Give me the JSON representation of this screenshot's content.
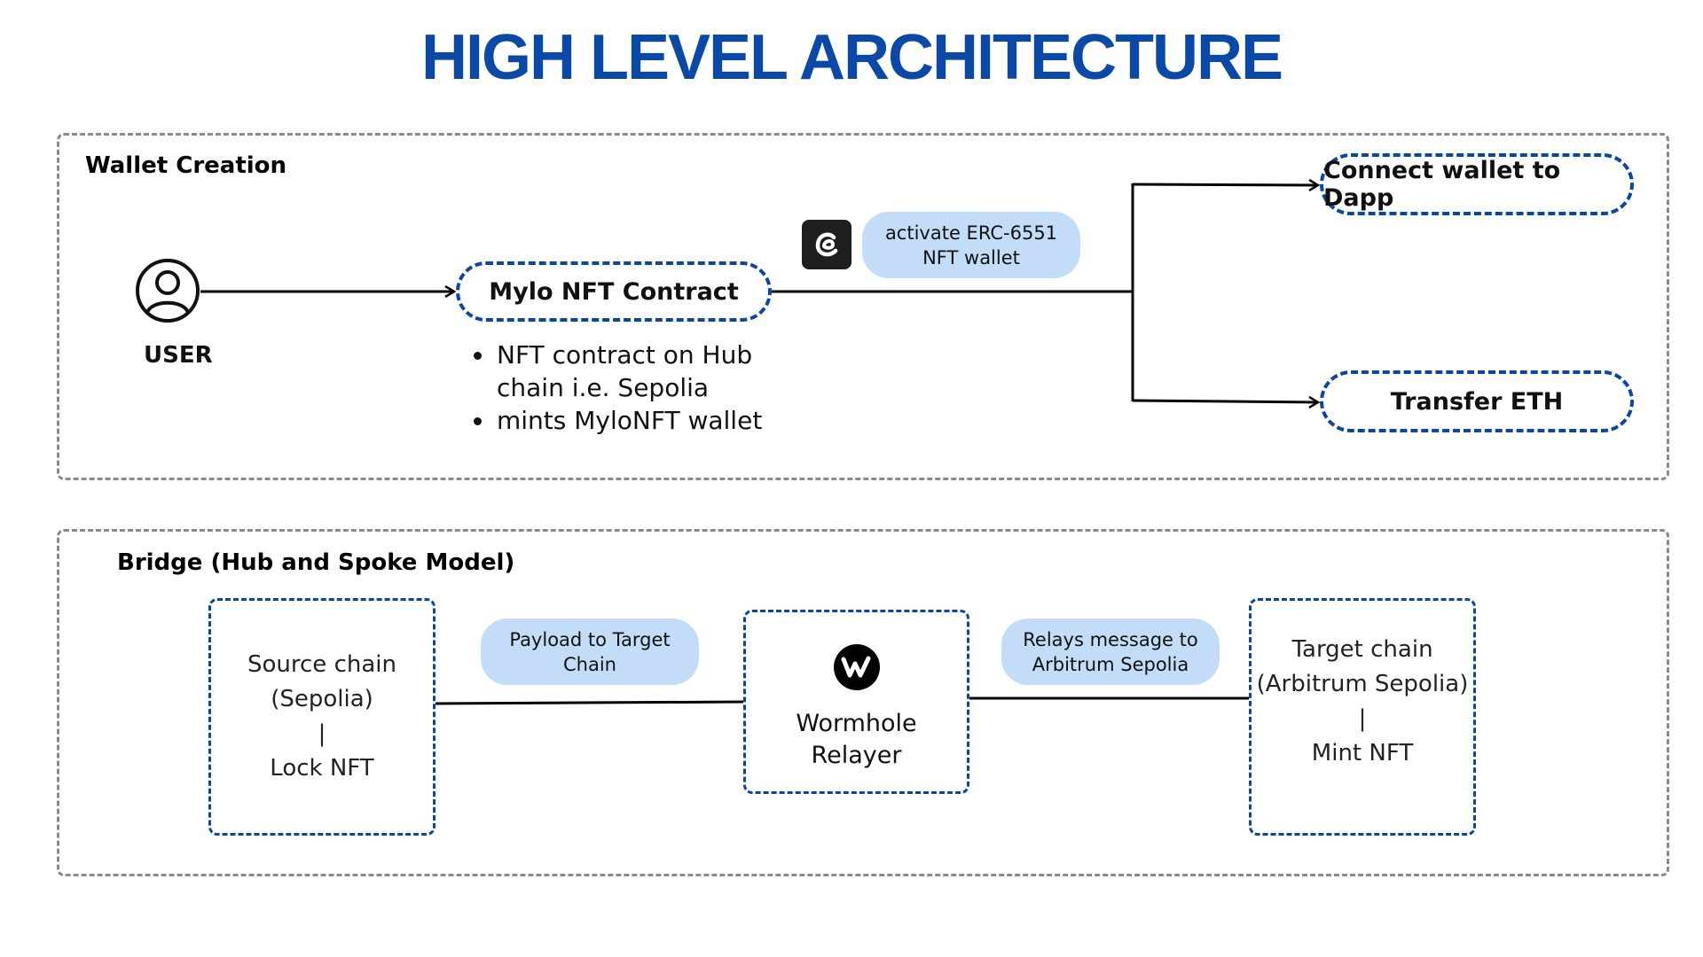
{
  "title": "HIGH LEVEL ARCHITECTURE",
  "wallet_section": {
    "title": "Wallet Creation",
    "user_label": "USER",
    "contract_label": "Mylo NFT Contract",
    "contract_notes": [
      "NFT contract on Hub chain i.e. Sepolia",
      "mints MyloNFT wallet"
    ],
    "activate_tag": [
      "activate ERC-6551",
      "NFT wallet"
    ],
    "connect_label": "Connect wallet to Dapp",
    "transfer_label": "Transfer ETH",
    "icons": {
      "user": "user-icon",
      "erc": "erc6551-logo-icon"
    }
  },
  "bridge_section": {
    "title": "Bridge (Hub and Spoke Model)",
    "source_box": [
      "Source chain",
      "(Sepolia)",
      "|",
      "Lock NFT"
    ],
    "payload_tag": [
      "Payload to Target",
      "Chain"
    ],
    "relayer_box": [
      "Wormhole",
      "Relayer"
    ],
    "relays_tag": [
      "Relays message to",
      "Arbitrum Sepolia"
    ],
    "target_box": [
      "Target chain",
      "(Arbitrum Sepolia)",
      "|",
      "Mint NFT"
    ],
    "icons": {
      "wormhole": "wormhole-logo-icon"
    }
  },
  "colors": {
    "title_blue": "#0a49a8",
    "dash_blue": "#0a48a0",
    "section_gray": "#8a8a8a",
    "tag_bg": "#c3dcf8"
  }
}
